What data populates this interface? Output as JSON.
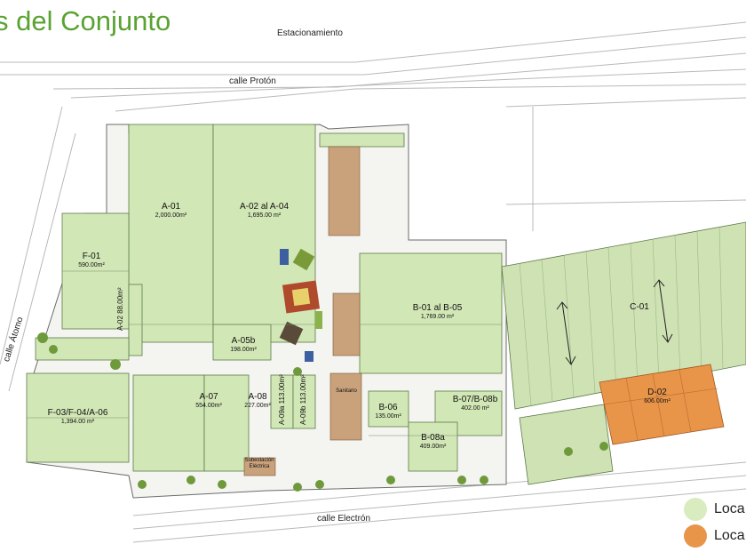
{
  "title": "s del Conjunto",
  "streets": {
    "top": "Estacionamiento",
    "north": "calle Protón",
    "south": "calle Electrón",
    "west": "calle Átomo"
  },
  "building_labels": {
    "substation": "Subestación Eléctrica",
    "sanitarios": "Sanitario"
  },
  "units": [
    {
      "code": "A-01",
      "area": "2,000.00m²",
      "type": "green"
    },
    {
      "code": "A-02 al A-04",
      "area": "1,695.00 m²",
      "type": "green"
    },
    {
      "code": "A-05b",
      "area": "198.00m²",
      "type": "green"
    },
    {
      "code": "F-01",
      "area": "590.00m²",
      "type": "green"
    },
    {
      "code": "A-02",
      "area": "88.00m²",
      "type": "green"
    },
    {
      "code": "F-03/F-04/A-06",
      "area": "1,394.00 m²",
      "type": "green"
    },
    {
      "code": "A-07",
      "area": "554.00m²",
      "type": "green"
    },
    {
      "code": "A-08",
      "area": "227.00m²",
      "type": "green"
    },
    {
      "code": "A-09a",
      "area": "113.00m²",
      "type": "green"
    },
    {
      "code": "A-09b",
      "area": "113.00m²",
      "type": "green"
    },
    {
      "code": "B-01 al B-05",
      "area": "1,769.00 m²",
      "type": "green"
    },
    {
      "code": "B-06",
      "area": "135.00m²",
      "type": "green"
    },
    {
      "code": "B-07/B-08b",
      "area": "402.00 m²",
      "type": "green"
    },
    {
      "code": "B-08a",
      "area": "409.00m²",
      "type": "green"
    },
    {
      "code": "C-01",
      "area": "",
      "type": "green"
    },
    {
      "code": "D-02",
      "area": "606.00m²",
      "type": "orange"
    }
  ],
  "legend": [
    {
      "label": "Loca",
      "color": "#d9ecc0"
    },
    {
      "label": "Loca",
      "color": "#e8954a"
    }
  ],
  "colors": {
    "green_unit": "#d2e7b6",
    "orange_unit": "#e8954a",
    "title": "#5aa332",
    "outline": "#6b6b6b"
  }
}
